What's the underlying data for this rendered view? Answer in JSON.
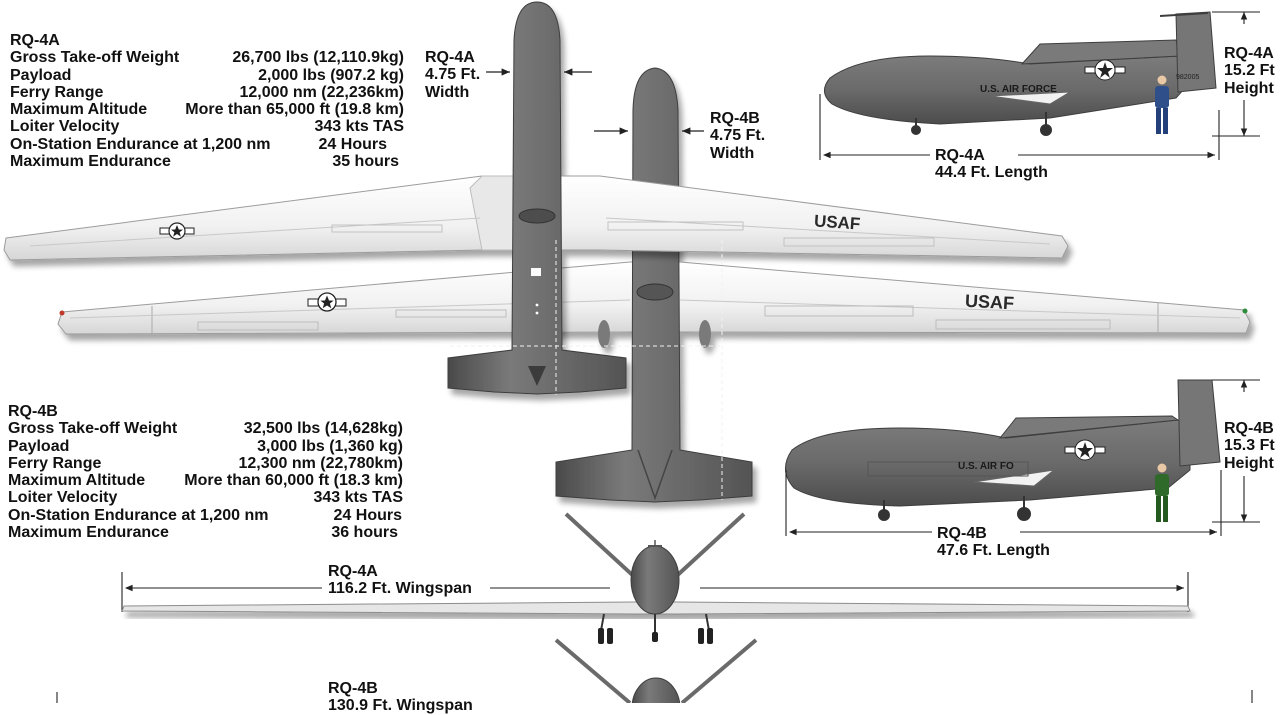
{
  "rq4a_specs": {
    "title": "RQ-4A",
    "rows": [
      {
        "label": "Gross Take-off Weight",
        "value": "26,700 lbs (12,110.9kg)"
      },
      {
        "label": "Payload",
        "value": "2,000 lbs (907.2 kg)"
      },
      {
        "label": "Ferry Range",
        "value": "12,000 nm (22,236km)"
      },
      {
        "label": "Maximum Altitude",
        "value": "More than 65,000 ft (19.8 km)"
      },
      {
        "label": "Loiter Velocity",
        "value": "343 kts TAS"
      },
      {
        "label": "On-Station Endurance at 1,200 nm",
        "value": "24 Hours"
      },
      {
        "label": "Maximum Endurance",
        "value": "35 hours"
      }
    ]
  },
  "rq4b_specs": {
    "title": "RQ-4B",
    "rows": [
      {
        "label": "Gross Take-off Weight",
        "value": "32,500 lbs (14,628kg)"
      },
      {
        "label": "Payload",
        "value": "3,000 lbs (1,360 kg)"
      },
      {
        "label": "Ferry Range",
        "value": "12,300 nm (22,780km)"
      },
      {
        "label": "Maximum Altitude",
        "value": "More than 60,000 ft (18.3 km)"
      },
      {
        "label": "Loiter Velocity",
        "value": "343 kts TAS"
      },
      {
        "label": "On-Station Endurance at 1,200 nm",
        "value": "24 Hours"
      },
      {
        "label": "Maximum Endurance",
        "value": "36 hours"
      }
    ]
  },
  "dimensions": {
    "rq4a_width": {
      "model": "RQ-4A",
      "line1": "4.75 Ft.",
      "line2": "Width"
    },
    "rq4b_width": {
      "model": "RQ-4B",
      "line1": "4.75 Ft.",
      "line2": "Width"
    },
    "rq4a_height": {
      "model": "RQ-4A",
      "line1": "15.2 Ft",
      "line2": "Height"
    },
    "rq4b_height": {
      "model": "RQ-4B",
      "line1": "15.3 Ft",
      "line2": "Height"
    },
    "rq4a_length": {
      "model": "RQ-4A",
      "line1": "44.4 Ft. Length"
    },
    "rq4b_length": {
      "model": "RQ-4B",
      "line1": "47.6 Ft. Length"
    },
    "rq4a_wingspan": {
      "model": "RQ-4A",
      "line1": "116.2 Ft. Wingspan"
    },
    "rq4b_wingspan": {
      "model": "RQ-4B",
      "line1": "130.9 Ft. Wingspan"
    }
  },
  "markings": {
    "wing_text_a": "USAF",
    "wing_text_b": "USAF",
    "side_text_a": "U.S. AIR FORCE",
    "side_text_b": "U.S. AIR FO",
    "serial_a": "982005"
  },
  "colors": {
    "fuselage": "#6c6c6c",
    "fuselage_dark": "#4e4e4e",
    "wing": "#f4f4f4",
    "wing_edge": "#b9b9b9",
    "text": "#111111",
    "figure_a": "#2f4f8a",
    "figure_b": "#2f6a2a"
  }
}
